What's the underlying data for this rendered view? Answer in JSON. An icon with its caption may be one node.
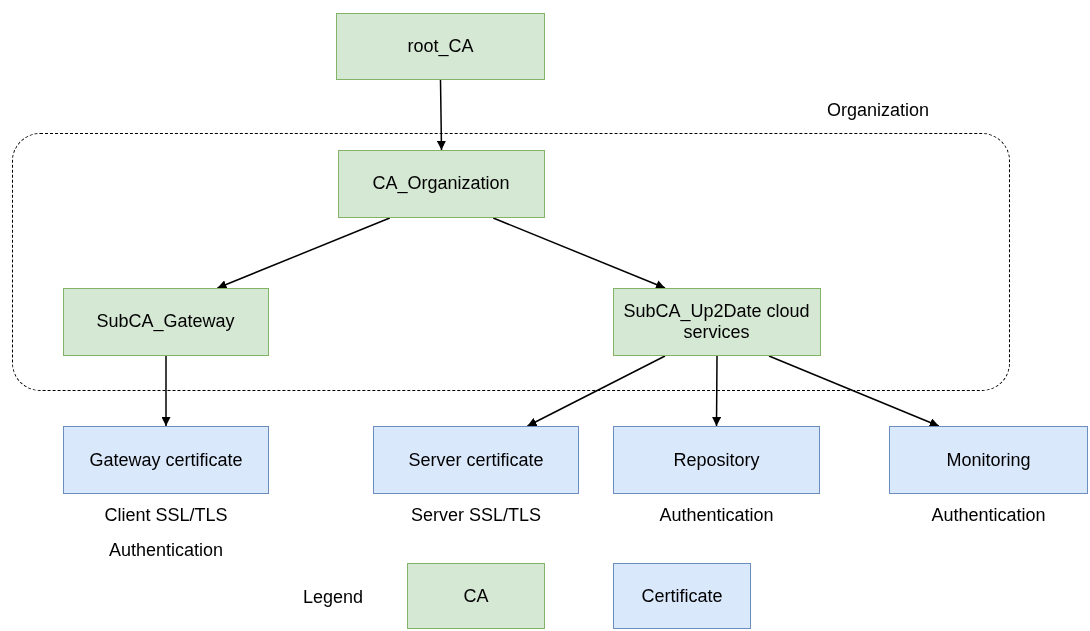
{
  "diagram": {
    "nodes": [
      {
        "text": [
          "root_CA"
        ]
      },
      {
        "text": [
          "Organization"
        ]
      },
      {
        "text": [
          "CA_Organization"
        ],
        "in": 1
      },
      {
        "text": [
          "SubCA_Gateway"
        ],
        "in": 1
      },
      {
        "text": [
          "SubCA_Up2Date cloud services"
        ],
        "in": 1
      },
      {
        "text": [
          "Gateway certificate"
        ],
        "beside": [
          "Client SSL/TLS Authentication"
        ]
      },
      {
        "text": [
          "Server certificate"
        ],
        "beside": [
          "Server SSL/TLS"
        ]
      },
      {
        "text": [
          "Repository"
        ],
        "beside": [
          "Authentication"
        ]
      },
      {
        "text": [
          "Monitoring"
        ],
        "beside": [
          "Authentication"
        ]
      }
    ],
    "edges": [
      {
        "from": 0,
        "to": 2,
        "arrow": "to"
      },
      {
        "from": 2,
        "to": 3,
        "arrow": "to"
      },
      {
        "from": 2,
        "to": 4,
        "arrow": "to"
      },
      {
        "from": 3,
        "to": 5,
        "arrow": "to"
      },
      {
        "from": 4,
        "to": 6,
        "arrow": "to"
      },
      {
        "from": 4,
        "to": 7,
        "arrow": "to"
      },
      {
        "from": 4,
        "to": 8,
        "arrow": "to"
      }
    ],
    "labels": [
      "Legend"
    ],
    "legend": [
      {
        "text": "CA",
        "color": "#d5e8d4"
      },
      {
        "text": "Certificate",
        "color": "#dae8fc"
      }
    ]
  }
}
